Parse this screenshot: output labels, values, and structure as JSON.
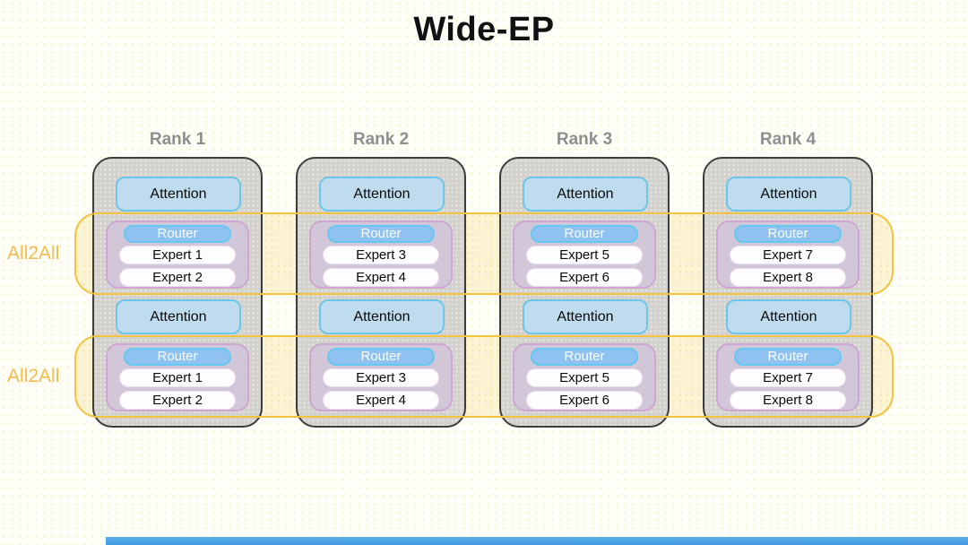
{
  "title": "Wide-EP",
  "all2all_labels": [
    "All2All",
    "All2All"
  ],
  "ranks": [
    {
      "label": "Rank 1",
      "sections": [
        {
          "attention": "Attention",
          "router": "Router",
          "experts": [
            "Expert 1",
            "Expert 2"
          ]
        },
        {
          "attention": "Attention",
          "router": "Router",
          "experts": [
            "Expert 1",
            "Expert 2"
          ]
        }
      ]
    },
    {
      "label": "Rank 2",
      "sections": [
        {
          "attention": "Attention",
          "router": "Router",
          "experts": [
            "Expert 3",
            "Expert 4"
          ]
        },
        {
          "attention": "Attention",
          "router": "Router",
          "experts": [
            "Expert 3",
            "Expert 4"
          ]
        }
      ]
    },
    {
      "label": "Rank 3",
      "sections": [
        {
          "attention": "Attention",
          "router": "Router",
          "experts": [
            "Expert 5",
            "Expert 6"
          ]
        },
        {
          "attention": "Attention",
          "router": "Router",
          "experts": [
            "Expert 5",
            "Expert 6"
          ]
        }
      ]
    },
    {
      "label": "Rank 4",
      "sections": [
        {
          "attention": "Attention",
          "router": "Router",
          "experts": [
            "Expert 7",
            "Expert 8"
          ]
        },
        {
          "attention": "Attention",
          "router": "Router",
          "experts": [
            "Expert 7",
            "Expert 8"
          ]
        }
      ]
    }
  ],
  "colors": {
    "background": "#FFFEF9",
    "band_fill": "#FAF3D4",
    "band_border": "#F1C33F",
    "all2all_text": "#F5BB4A",
    "column_fill": "#D2D1CC",
    "column_border": "#3C3C3C",
    "attention_fill": "#BFDCEE",
    "attention_border": "#6CC5EA",
    "router_fill": "#8FC2F0",
    "router_border": "#64C8F0",
    "expert_fill": "#FDFCFE",
    "group_fill": "#D2C7D8",
    "group_border": "#CDA6D4",
    "rank_label_text": "#8E8E8E",
    "title_text": "#111111",
    "scrollbar_blue": "#3F9AE0"
  }
}
